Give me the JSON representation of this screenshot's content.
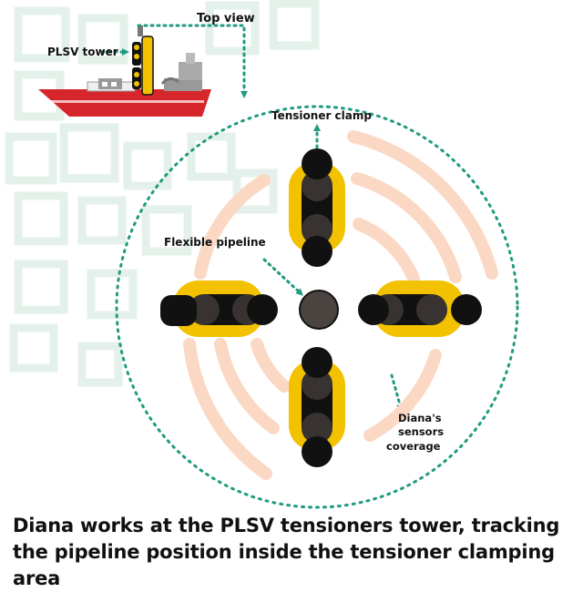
{
  "labels": {
    "top_view": "Top view",
    "plsv_tower": "PLSV tower",
    "tensioner_clamp": "Tensioner clamp",
    "flexible_pipeline": "Flexible pipeline",
    "sensors_coverage": [
      "Diana's",
      "sensors",
      "coverage"
    ]
  },
  "caption": "Diana works at the PLSV tensioners tower, tracking the pipeline position inside the tensioner clamping area",
  "colors": {
    "ship_hull": "#d7262b",
    "tensioner_yellow": "#f2c200",
    "track_black": "#111111",
    "pipeline": "#4a4340",
    "dotted_teal": "#1f9a80",
    "sensor_wave": "#fbd8c4",
    "bg_pattern": "#e4f1ea",
    "ship_gray": "#999999"
  }
}
